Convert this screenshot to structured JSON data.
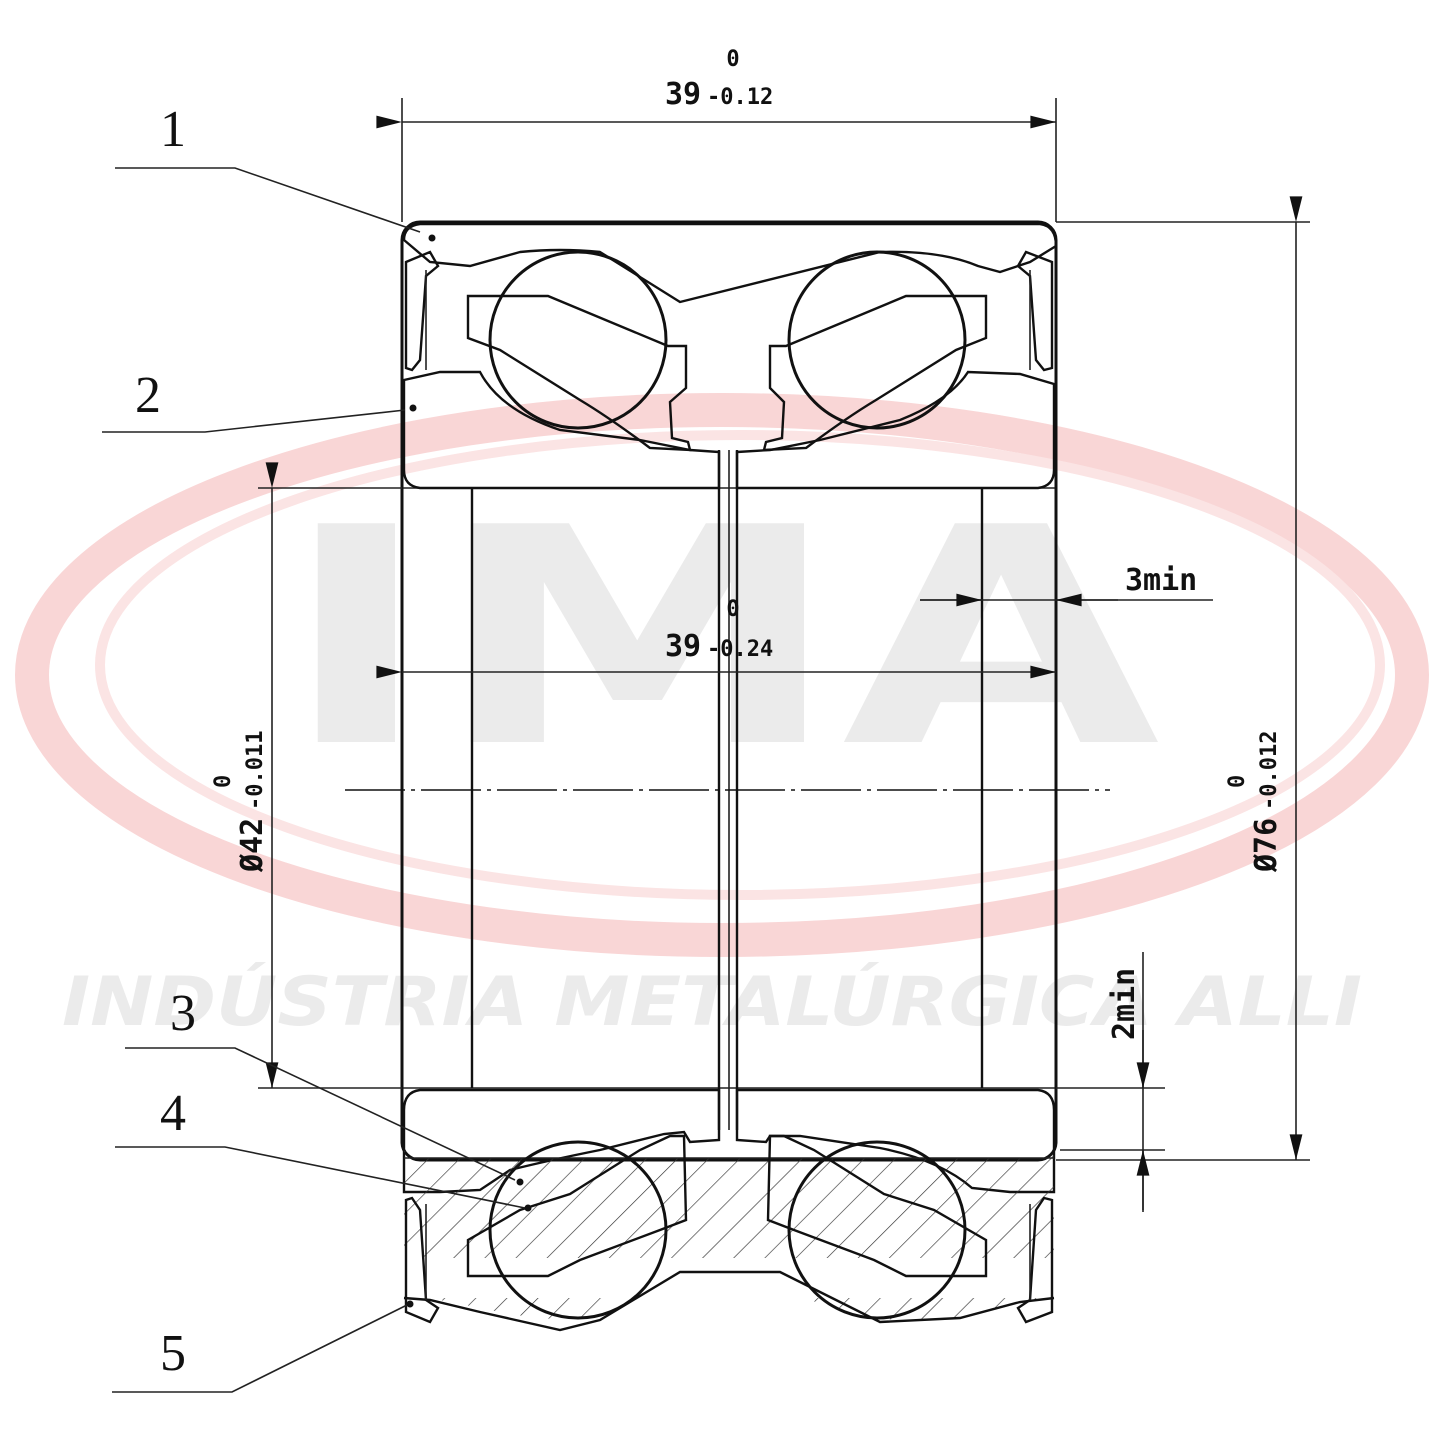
{
  "watermark": {
    "logo_text": "IMA",
    "tagline": "INDÚSTRIA METALÚRGICA ALLI",
    "ring_color": "#f6cccc",
    "text_color": "#ebebeb"
  },
  "part_labels": [
    "1",
    "2",
    "3",
    "4",
    "5"
  ],
  "dimensions": {
    "outer_width": {
      "nominal": "39",
      "upper": "0",
      "lower": "-0.12"
    },
    "inner_width": {
      "nominal": "39",
      "upper": "0",
      "lower": "-0.24"
    },
    "bore_diameter": {
      "nominal": "Ø42",
      "upper": "0",
      "lower": "-0.011"
    },
    "outer_diameter": {
      "nominal": "Ø76",
      "upper": "0",
      "lower": "-0.012"
    },
    "chamfer_axial": "3min",
    "chamfer_radial": "2min"
  },
  "colors": {
    "line": "#111111",
    "background": "#ffffff"
  }
}
